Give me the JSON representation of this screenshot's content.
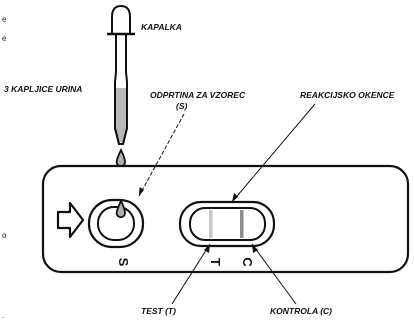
{
  "labels": {
    "dropper": "KAPALKA",
    "drops": "3 KAPLJICE URINA",
    "sample_well": "ODPRTINA ZA VZOREC",
    "sample_well_code": "(S)",
    "result_window": "REAKCIJSKO OKENCE",
    "test_line": "TEST (T)",
    "control_line": "KONTROLA (C)"
  },
  "cassette_letters": {
    "sample": "S",
    "test": "T",
    "control": "C"
  },
  "edge_fragments": [
    "e",
    "e",
    "o",
    "."
  ],
  "colors": {
    "ink": "#111111",
    "urine": "#b8b8b8",
    "test_line": "#c9c9c9",
    "control_line": "#8c8c8c"
  }
}
